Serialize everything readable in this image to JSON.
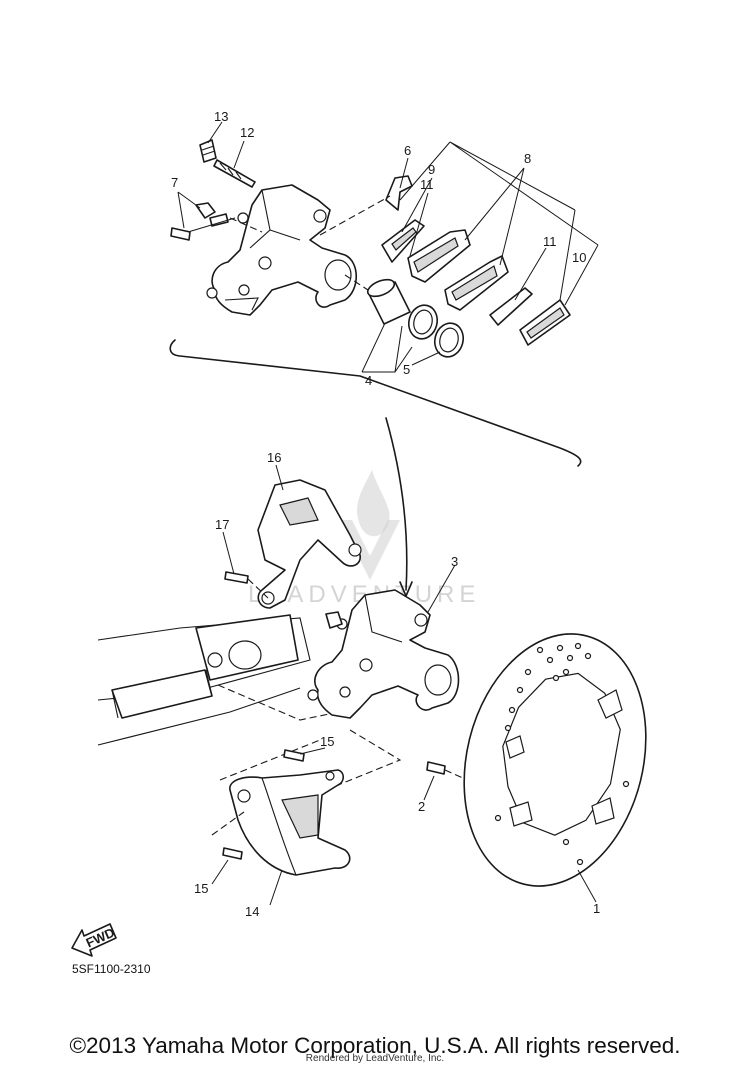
{
  "diagram": {
    "callouts": [
      "1",
      "2",
      "3",
      "4",
      "5",
      "6",
      "7",
      "8",
      "9",
      "10",
      "11",
      "11",
      "12",
      "13",
      "14",
      "15",
      "15",
      "16",
      "17"
    ],
    "diagram_code": "5SF1100-2310",
    "fwd_label": "FWD",
    "watermark": "LEADVENTURE"
  },
  "footer": {
    "copyright": "©2013 Yamaha Motor Corporation, U.S.A. All rights reserved.",
    "rendered_by": "Rendered by LeadVenture, Inc."
  }
}
